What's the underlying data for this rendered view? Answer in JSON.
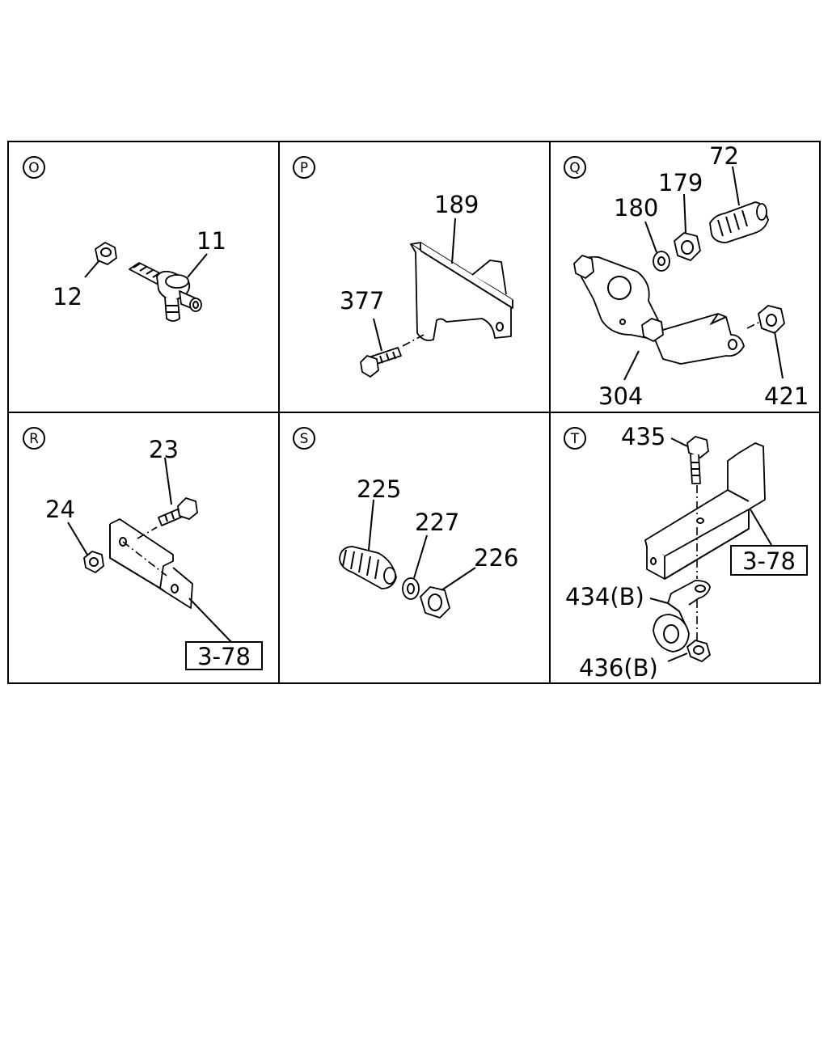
{
  "panels": [
    {
      "id": "O",
      "parts": [
        "11",
        "12"
      ]
    },
    {
      "id": "P",
      "parts": [
        "189",
        "377"
      ]
    },
    {
      "id": "Q",
      "parts": [
        "72",
        "179",
        "180",
        "304",
        "421"
      ]
    },
    {
      "id": "R",
      "parts": [
        "23",
        "24"
      ],
      "ref": "3-78"
    },
    {
      "id": "S",
      "parts": [
        "225",
        "227",
        "226"
      ]
    },
    {
      "id": "T",
      "parts": [
        "435",
        "434(B)",
        "436(B)"
      ],
      "ref": "3-78"
    }
  ]
}
